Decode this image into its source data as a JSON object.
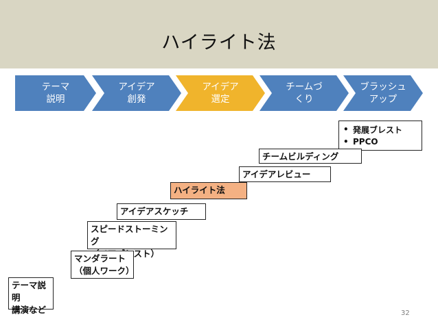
{
  "title": "ハイライト法",
  "process": {
    "steps": [
      {
        "label": "テーマ\n説明",
        "color": "#4f81bd"
      },
      {
        "label": "アイデア\n創発",
        "color": "#4f81bd"
      },
      {
        "label": "アイデア\n選定",
        "color": "#f0b42c"
      },
      {
        "label": "チームづ\nくり",
        "color": "#4f81bd"
      },
      {
        "label": "ブラッシュ\nアップ",
        "color": "#4f81bd"
      }
    ]
  },
  "stairs": [
    {
      "label": "テーマ説明\n講演など"
    },
    {
      "label": "マンダラート\n（個人ワーク）"
    },
    {
      "label": "スピードストーミング\n（ペアブレスト）"
    },
    {
      "label": "アイデアスケッチ"
    },
    {
      "label": "ハイライト法",
      "highlight": "#f4b183"
    },
    {
      "label": "アイデアレビュー"
    },
    {
      "label": "チームビルディング"
    }
  ],
  "bullets": [
    {
      "marker": "•",
      "text": "発展ブレスト"
    },
    {
      "marker": "•",
      "text": "PPCO"
    }
  ],
  "page_number": "32"
}
